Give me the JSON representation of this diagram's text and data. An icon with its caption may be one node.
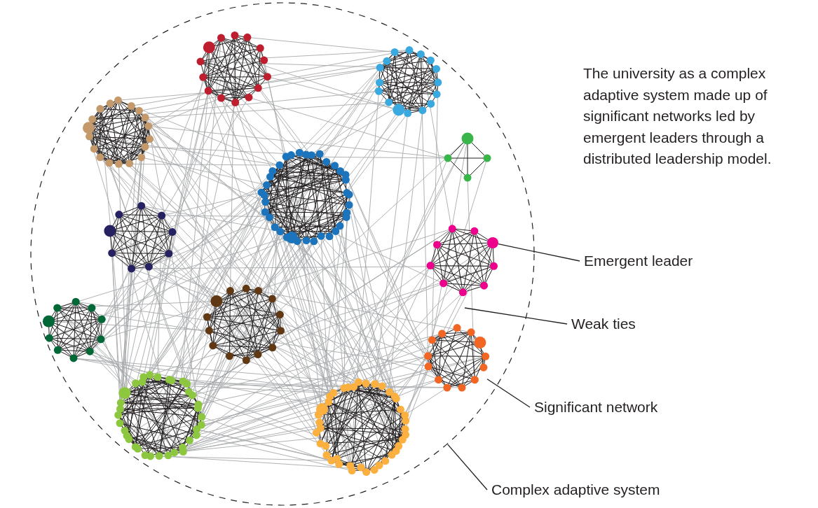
{
  "diagram": {
    "nodes": [
      {
        "text": [],
        "shape": "circle"
      },
      {
        "text": [],
        "shape": "circle",
        "in": 0
      },
      {
        "text": [],
        "shape": "circle",
        "in": 0
      },
      {
        "text": [
          "Emergent leader"
        ]
      },
      {
        "text": [
          "Weak ties"
        ]
      },
      {
        "text": [
          "Significant network"
        ]
      },
      {
        "text": [
          "Complex adaptive system"
        ]
      }
    ],
    "edges": [
      {
        "from": 3,
        "to": 1,
        "arrow": "none"
      },
      {
        "from": 4,
        "to": null,
        "arrow": "none"
      },
      {
        "from": 5,
        "to": 2,
        "arrow": "none"
      },
      {
        "from": 6,
        "to": 0,
        "arrow": "none"
      }
    ],
    "labels": [
      "The university as a complex adaptive system made up of significant networks led by emergent leaders through a distributed leadership model."
    ]
  }
}
